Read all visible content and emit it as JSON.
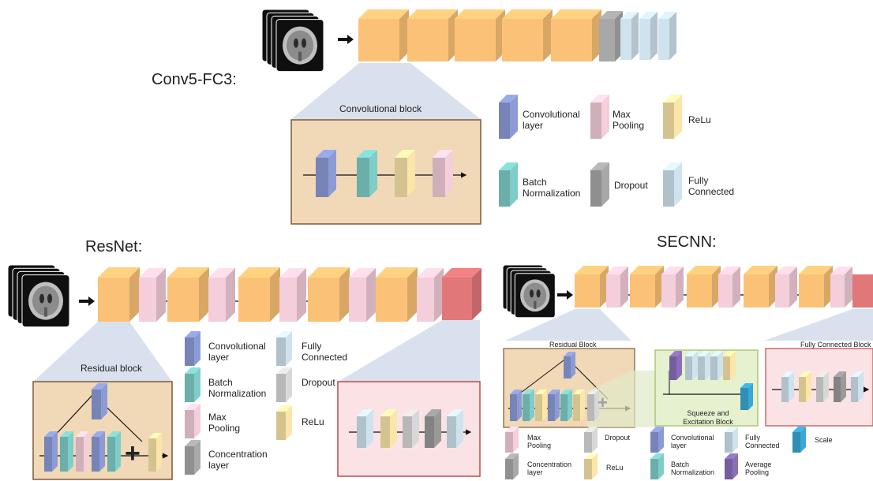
{
  "colors": {
    "conv": "#8c9bd6",
    "bn": "#7ecdc8",
    "maxpool": "#f4cedb",
    "relu": "#fbe5a8",
    "dropout": "#a9a9a9",
    "fc": "#cfe3ee",
    "orange": "#fbc277",
    "red": "#e2777a",
    "avgpool": "#8a6fb8",
    "scale": "#3aa7d5",
    "concat": "#a9a9a9",
    "lightgray": "#d8d8d8",
    "panel_tan": "#f1d8b7",
    "panel_pink": "#fbe3e5",
    "panel_green": "#e6f1cf",
    "fan_blue": "#d3dceb"
  },
  "icons": [
    "brain-mri-stack-icon",
    "arrow-right-icon",
    "plus-icon"
  ],
  "conv5": {
    "title": "Conv5-FC3:",
    "block_title": "Convolutional block",
    "legend": [
      {
        "key": "conv",
        "label": "Convolutional\nlayer"
      },
      {
        "key": "maxpool",
        "label": "Max\nPooling"
      },
      {
        "key": "relu",
        "label": "ReLu"
      },
      {
        "key": "bn",
        "label": "Batch\nNormalization"
      },
      {
        "key": "dropout",
        "label": "Dropout"
      },
      {
        "key": "fc",
        "label": "Fully\nConnected"
      }
    ]
  },
  "resnet": {
    "title": "ResNet:",
    "block_title": "Residual block",
    "plus": "+",
    "legend": [
      {
        "key": "conv",
        "label": "Convolutional\nlayer"
      },
      {
        "key": "fc",
        "label": "Fully\nConnected"
      },
      {
        "key": "bn",
        "label": "Batch\nNormalization"
      },
      {
        "key": "lightgray",
        "label": "Dropout"
      },
      {
        "key": "maxpool",
        "label": "Max\nPooling"
      },
      {
        "key": "relu",
        "label": "ReLu"
      },
      {
        "key": "concat",
        "label": "Concentration\nlayer"
      }
    ]
  },
  "secnn": {
    "title": "SECNN:",
    "residual_title": "Residual Block",
    "se_title": "Squeeze and\nExcitation Block",
    "fc_title": "Fully Connected Block",
    "plus": "+",
    "legend": [
      {
        "key": "maxpool",
        "label": "Max\nPooling"
      },
      {
        "key": "lightgray",
        "label": "Dropout"
      },
      {
        "key": "conv",
        "label": "Convolutional\nlayer"
      },
      {
        "key": "fc",
        "label": "Fully\nConnected"
      },
      {
        "key": "scale",
        "label": "Scale"
      },
      {
        "key": "concat",
        "label": "Concentration\nlayer"
      },
      {
        "key": "relu",
        "label": "ReLu"
      },
      {
        "key": "bn",
        "label": "Batch\nNormalization"
      },
      {
        "key": "avgpool",
        "label": "Average\nPooling"
      }
    ]
  }
}
